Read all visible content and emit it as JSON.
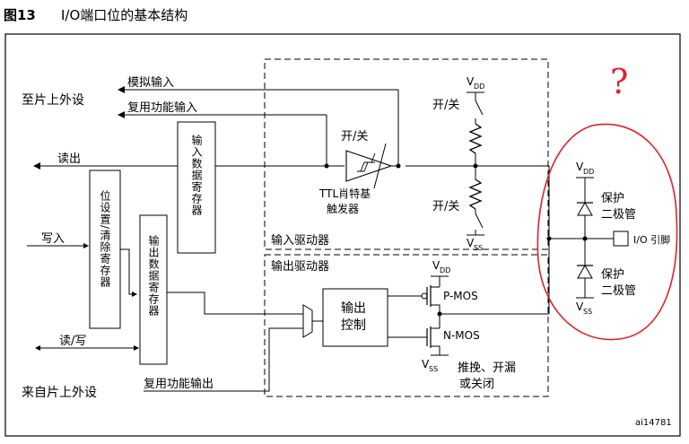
{
  "figure": {
    "number": "图13",
    "title": "I/O端口位的基本结构",
    "code": "ai14781"
  },
  "annotation": {
    "question_mark": "?",
    "circle_color": "#e0202a"
  },
  "labels": {
    "to_peripheral": "至片上外设",
    "analog_input": "模拟输入",
    "alt_func_input": "复用功能输入",
    "read_out": "读出",
    "write_in": "写入",
    "read_write": "读/写",
    "from_peripheral": "来自片上外设",
    "alt_func_output": "复用功能输出",
    "on_off_trigger": "开/关",
    "on_off_upper": "开/关",
    "on_off_lower": "开/关",
    "ttl_trigger_line1": "TTL肖特基",
    "ttl_trigger_line2": "触发器",
    "input_driver": "输入驱动器",
    "output_driver": "输出驱动器",
    "vdd_top": "V",
    "vdd_top_sub": "DD",
    "vss_input": "V",
    "vss_input_sub": "SS",
    "vdd_out": "V",
    "vdd_out_sub": "DD",
    "vss_out": "V",
    "vss_out_sub": "SS",
    "vdd_diode": "V",
    "vdd_diode_sub": "DD",
    "vss_diode": "V",
    "vss_diode_sub": "SS",
    "pmos": "P-MOS",
    "nmos": "N-MOS",
    "output_mode_line1": "推挽、开漏",
    "output_mode_line2": "或关闭",
    "protect_top_1": "保护",
    "protect_top_2": "二极管",
    "protect_bot_1": "保护",
    "protect_bot_2": "二极管",
    "io_pin": "I/O 引脚",
    "output_control_1": "输出",
    "output_control_2": "控制"
  },
  "registers": {
    "set_reset": "位设置/清除寄存器",
    "input_data": "输入数据寄存器",
    "output_data": "输出数据寄存器"
  }
}
